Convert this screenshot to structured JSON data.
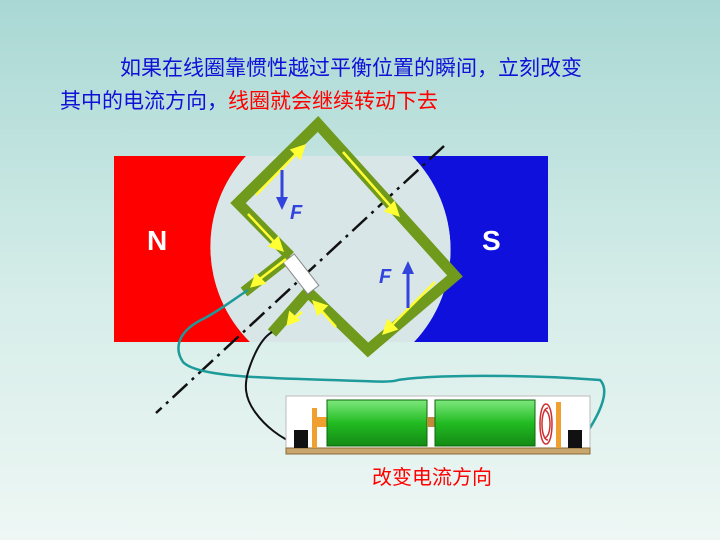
{
  "text": {
    "line1": "如果在线圈靠惯性越过平衡位置的瞬间，立刻改变",
    "line2_blue": "其中的电流方向，",
    "line2_red": "线圈就会继续转动下去",
    "caption": "改变电流方向"
  },
  "labels": {
    "north": "N",
    "south": "S",
    "force_top": "F",
    "force_bottom": "F"
  },
  "colors": {
    "north_pole": "#ff0000",
    "south_pole": "#1010dd",
    "coil": "#6f9a1c",
    "current_arrow": "#ffff33",
    "force_arrow": "#3344dd",
    "battery": "#22bb22",
    "wire_teal": "#1d9a9a",
    "wire_black": "#111111"
  }
}
